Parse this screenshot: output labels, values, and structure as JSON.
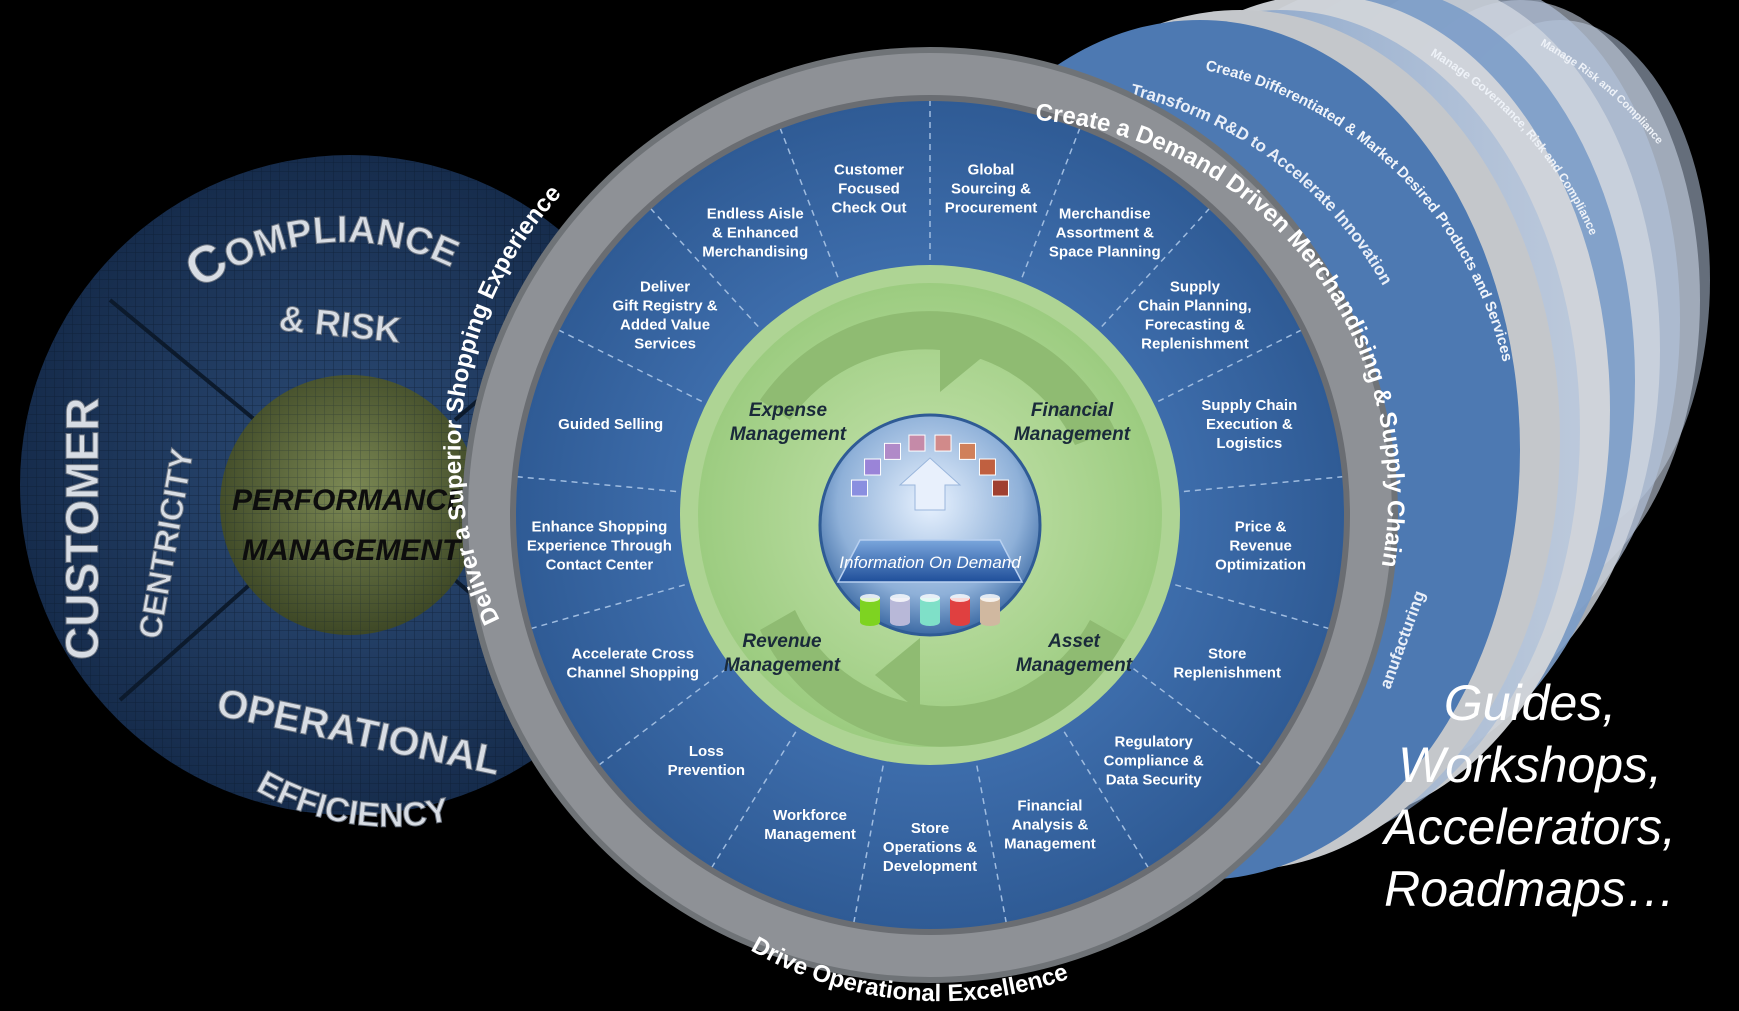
{
  "left_wheel": {
    "compliance_big": "C",
    "compliance_rest": "OMPLIANCE",
    "risk": "& RISK",
    "customer": "CUSTOMER",
    "centricity": "CENTRICITY",
    "operational": "OPERATIONAL",
    "efficiency": "EFFICIENCY",
    "center_line1": "PERFORMANCE",
    "center_line2": "MANAGEMENT"
  },
  "main_wheel": {
    "rim_left": "Deliver a Superior Shopping Experience",
    "rim_right": "Create a Demand Driven Merchandising & Supply Chain",
    "rim_bottom": "Drive Operational Excellence",
    "segments": [
      {
        "lines": [
          "Customer",
          "Focused",
          "Check Out"
        ]
      },
      {
        "lines": [
          "Global",
          "Sourcing &",
          "Procurement"
        ]
      },
      {
        "lines": [
          "Merchandise",
          "Assortment &",
          "Space Planning"
        ]
      },
      {
        "lines": [
          "Supply",
          "Chain Planning,",
          "Forecasting &",
          "Replenishment"
        ]
      },
      {
        "lines": [
          "Supply Chain",
          "Execution &",
          "Logistics"
        ]
      },
      {
        "lines": [
          "Price &",
          "Revenue",
          "Optimization"
        ]
      },
      {
        "lines": [
          "Store",
          "Replenishment"
        ]
      },
      {
        "lines": [
          "Regulatory",
          "Compliance &",
          "Data Security"
        ]
      },
      {
        "lines": [
          "Financial",
          "Analysis &",
          "Management"
        ]
      },
      {
        "lines": [
          "Store",
          "Operations &",
          "Development"
        ]
      },
      {
        "lines": [
          "Workforce",
          "Management"
        ]
      },
      {
        "lines": [
          "Loss",
          "Prevention"
        ]
      },
      {
        "lines": [
          "Accelerate Cross",
          "Channel Shopping"
        ]
      },
      {
        "lines": [
          "Enhance Shopping",
          "Experience Through",
          "Contact Center"
        ]
      },
      {
        "lines": [
          "Guided Selling"
        ]
      },
      {
        "lines": [
          "Deliver",
          "Gift Registry &",
          "Added Value",
          "Services"
        ]
      },
      {
        "lines": [
          "Endless Aisle",
          "& Enhanced",
          "Merchandising"
        ]
      }
    ],
    "inner_ring": {
      "top_left": [
        "Expense",
        "Management"
      ],
      "top_right": [
        "Financial",
        "Management"
      ],
      "bottom_left": [
        "Revenue",
        "Management"
      ],
      "bottom_right": [
        "Asset",
        "Management"
      ]
    },
    "hub_label": "Information On Demand",
    "hub_colors": [
      "#8a8fe0",
      "#9a84d8",
      "#b08ac8",
      "#c58aa8",
      "#d18a8a",
      "#d0805a",
      "#c06040",
      "#a04030"
    ],
    "db_colors": [
      "#7ed321",
      "#b8b8d8",
      "#7fe0c8",
      "#e04040",
      "#d0b8a0"
    ]
  },
  "back_wheels": {
    "labels": [
      "Transform R&D to Accelerate Innovation",
      "Create Differentiated & Market Desired Products and Services",
      "Manage Governance, Risk and Compliance",
      "Manage Risk and Compliance"
    ],
    "partial": "anufacturing"
  },
  "caption": {
    "line1": "Guides,",
    "line2": "Workshops,",
    "line3": "Accelerators,",
    "line4": "Roadmaps…"
  },
  "colors": {
    "wheel_blue": "#3a6aa8",
    "rim_grey": "#8c8f94",
    "ring_green": "#a9d08e",
    "left_navy": "#1f3a60",
    "center_olive": "#4f5a32"
  }
}
